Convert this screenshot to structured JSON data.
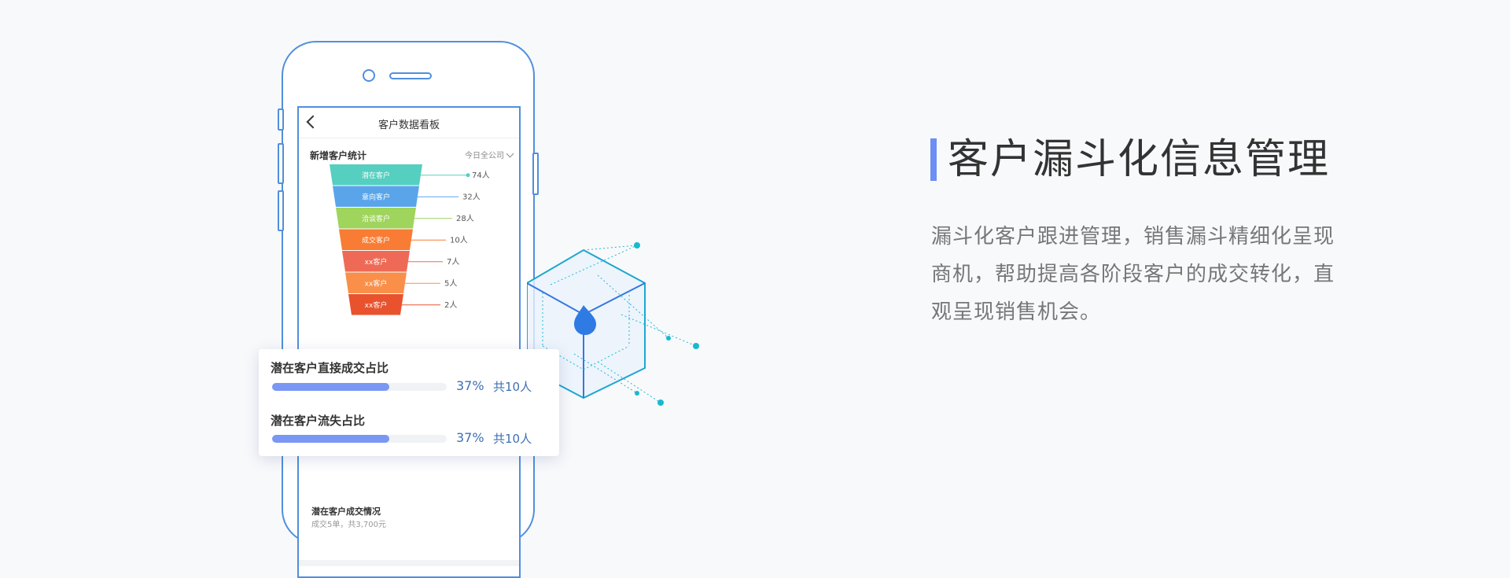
{
  "phone": {
    "nav_title": "客户数据看板",
    "section_title": "新增客户统计",
    "filter_label": "今日全公司",
    "funnel": [
      {
        "stage": "潜在客户",
        "value": "74人",
        "color": "#55cfc0"
      },
      {
        "stage": "意向客户",
        "value": "32人",
        "color": "#5aa5ea"
      },
      {
        "stage": "洽谈客户",
        "value": "28人",
        "color": "#9fd45d"
      },
      {
        "stage": "成交客户",
        "value": "10人",
        "color": "#f87c33"
      },
      {
        "stage": "xx客户",
        "value": "7人",
        "color": "#ef6a56"
      },
      {
        "stage": "xx客户",
        "value": "5人",
        "color": "#fa8f4a"
      },
      {
        "stage": "xx客户",
        "value": "2人",
        "color": "#e8532e"
      }
    ],
    "deal_title": "潜在客户成交情况",
    "deal_subtitle": "成交5单，共3,700元"
  },
  "card": {
    "rows": [
      {
        "label": "潜在客户直接成交占比",
        "percent": "37%",
        "fill": 0.67,
        "total": "共10人"
      },
      {
        "label": "潜在客户流失占比",
        "percent": "37%",
        "fill": 0.67,
        "total": "共10人"
      }
    ]
  },
  "feature": {
    "title": "客户漏斗化信息管理",
    "description": "漏斗化客户跟进管理，销售漏斗精细化呈现商机，帮助提高各阶段客户的成交转化，直观呈现销售机会。"
  },
  "colors": {
    "accent": "#6d8ef3",
    "phone_outline": "#4f8fde",
    "cube": "#22b8d6"
  }
}
